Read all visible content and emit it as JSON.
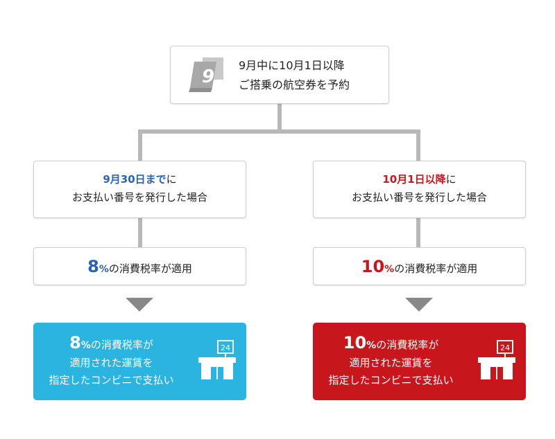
{
  "top_box": {
    "calendar_digit": "9",
    "line1": "9月中に10月1日以降",
    "line2": "ご搭乗の航空券を予約"
  },
  "left": {
    "condition_highlight": "9月30日まで",
    "condition_suffix": "に",
    "condition_line2": "お支払い番号を発行した場合",
    "rate_number": "8",
    "rate_percent": "%",
    "rate_suffix": "の消費税率が適用",
    "result_number": "8",
    "result_percent": "%",
    "result_line1_suffix": "の消費税率が",
    "result_line2": "適用された運賃を",
    "result_line3": "指定したコンビニで支払い",
    "store_sign": "24"
  },
  "right": {
    "condition_highlight": "10月1日以降",
    "condition_suffix": "に",
    "condition_line2": "お支払い番号を発行した場合",
    "rate_number": "10",
    "rate_percent": "%",
    "rate_suffix": "の消費税率が適用",
    "result_number": "10",
    "result_percent": "%",
    "result_line1_suffix": "の消費税率が",
    "result_line2": "適用された運賃を",
    "result_line3": "指定したコンビニで支払い",
    "store_sign": "24"
  },
  "colors": {
    "blue_text": "#2a63b1",
    "red_text": "#c8161d",
    "blue_result": "#2cb4e0",
    "red_result": "#c8161d",
    "connector": "#b8b8b8",
    "arrow": "#888888"
  }
}
